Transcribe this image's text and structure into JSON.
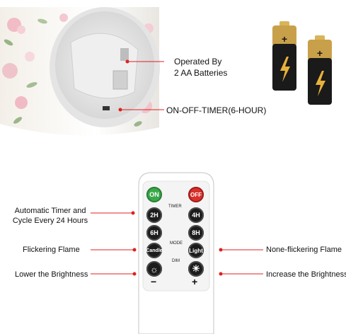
{
  "battery_note": {
    "line1": "Operated By",
    "line2": "2 AA Batteries"
  },
  "switch_note": "ON-OFF-TIMER(6-HOUR)",
  "annotations": {
    "timer_left_1": "Automatic Timer and",
    "timer_left_2": "Cycle Every 24 Hours",
    "flicker_left": "Flickering Flame",
    "lower_left": "Lower the Brightness",
    "noflicker_right": "None-flickering Flame",
    "increase_right": "Increase the Brightness"
  },
  "remote": {
    "on": "ON",
    "off": "OFF",
    "timer_title": "TIMER",
    "t2": "2H",
    "t4": "4H",
    "t6": "6H",
    "t8": "8H",
    "mode_title": "MODE",
    "candle": "Candle",
    "light": "Light",
    "dim_title": "DIM",
    "minus": "−",
    "plus": "+"
  },
  "colors": {
    "accent_red": "#e02020",
    "on_green": "#3aa84a",
    "off_red": "#d9302c",
    "battery_gold": "#c9a04a"
  }
}
